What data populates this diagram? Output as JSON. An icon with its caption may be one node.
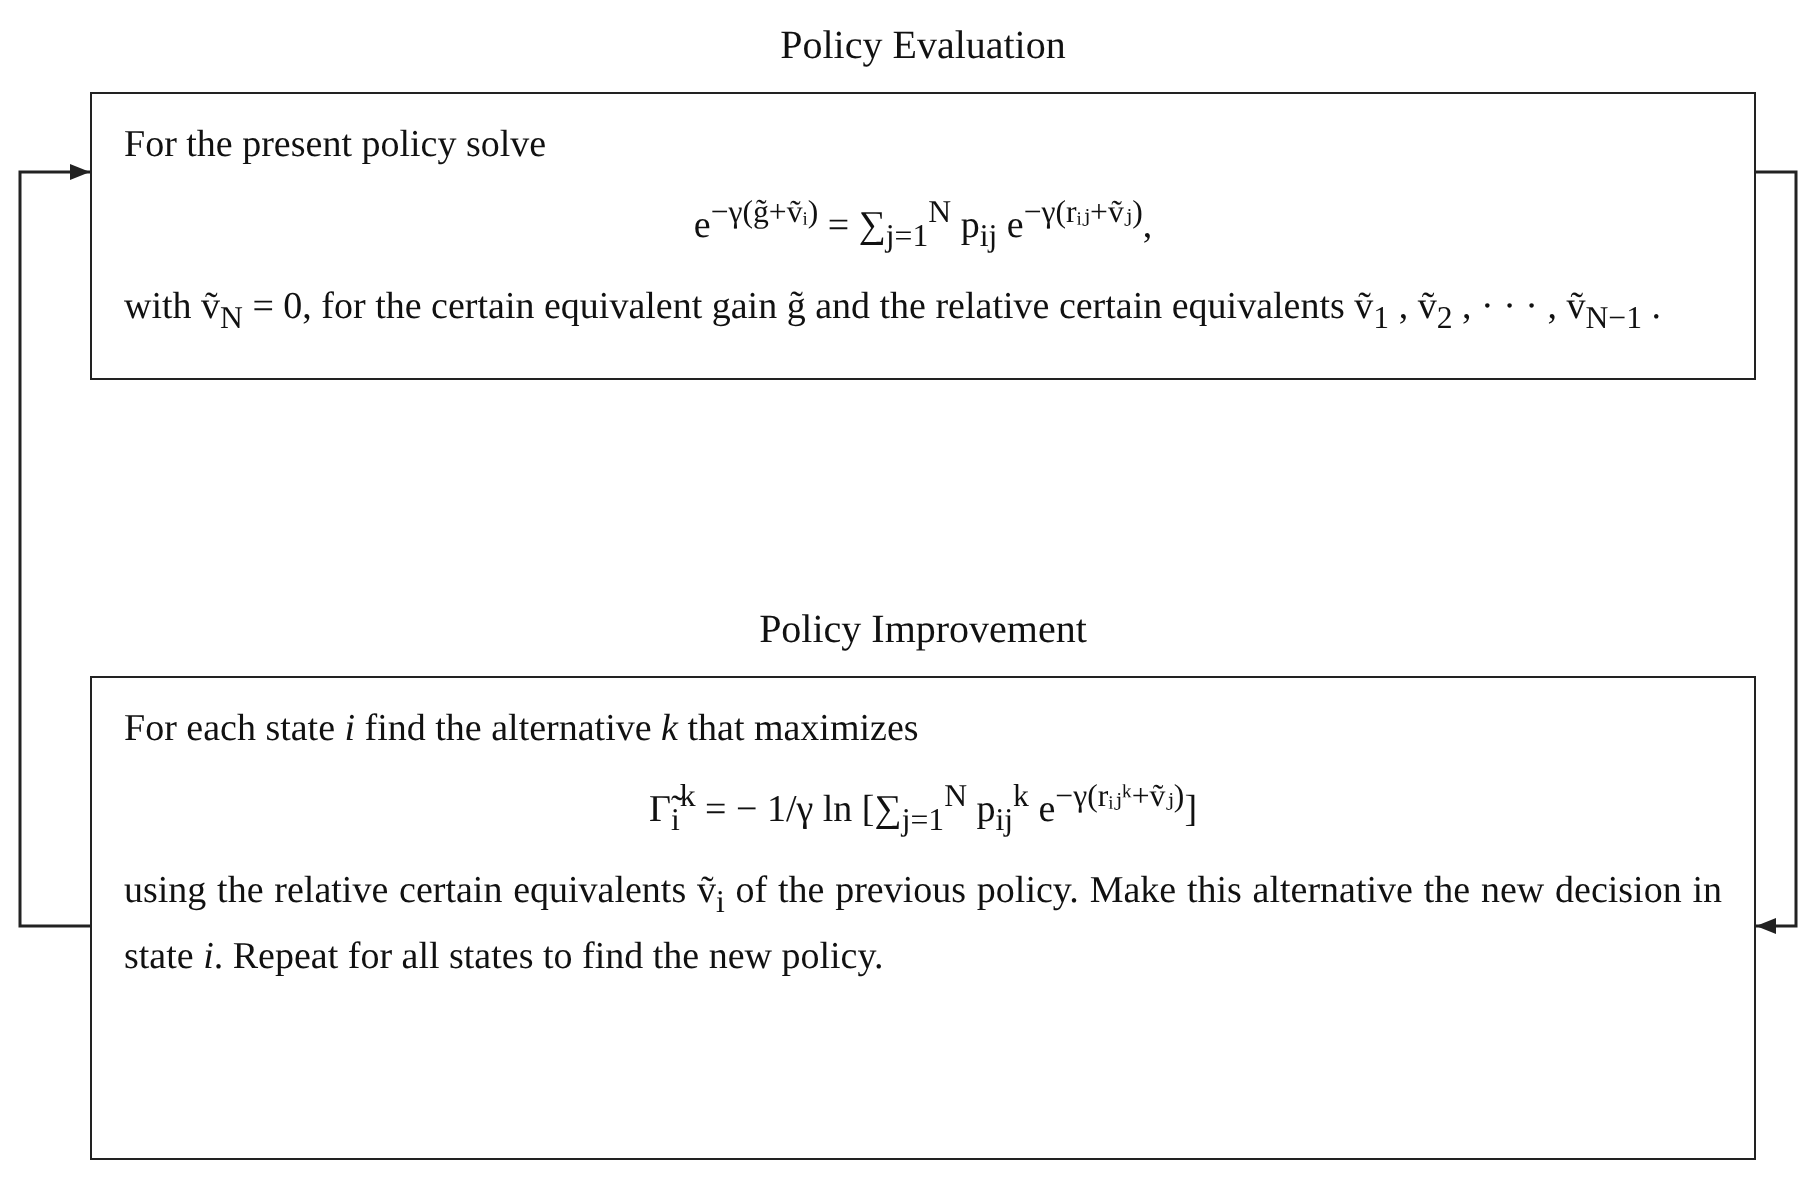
{
  "diagram": {
    "nodes": [
      {
        "text": [
          "Policy Evaluation",
          "For the present policy solve",
          "e$^{−γ(g̃+ṽᵢ)}$ = ∑$_{j=1}$$^{N}$ p$_{ij}$ e$^{−γ(rᵢⱼ+ṽⱼ)}$,",
          "with ṽ$_{N}$ = 0, for the certain equivalent gain g̃ and the relative certain equivalents ṽ$_{1}$ , ṽ$_{2}$ , · · · , ṽ$_{N−1}$ ."
        ]
      },
      {
        "text": [
          "Policy Improvement",
          "For each state *i* find the alternative *k* that maximizes",
          "Γ̃$_{i}$$^{k}$ = − 1/γ ln [∑$_{j=1}$$^{N}$ p$_{ij}$$^{k}$ e$^{−γ(rᵢⱼᵏ+ṽⱼ)}$]",
          "using the relative certain equivalents ṽ$_{i}$ of the previous policy. Make this alternative the new decision in state *i*. Repeat for all states to find the new policy."
        ]
      }
    ],
    "edges": [
      {
        "from": 0,
        "to": 1,
        "arrow": "to"
      },
      {
        "from": 1,
        "to": 0,
        "arrow": "to"
      }
    ]
  }
}
